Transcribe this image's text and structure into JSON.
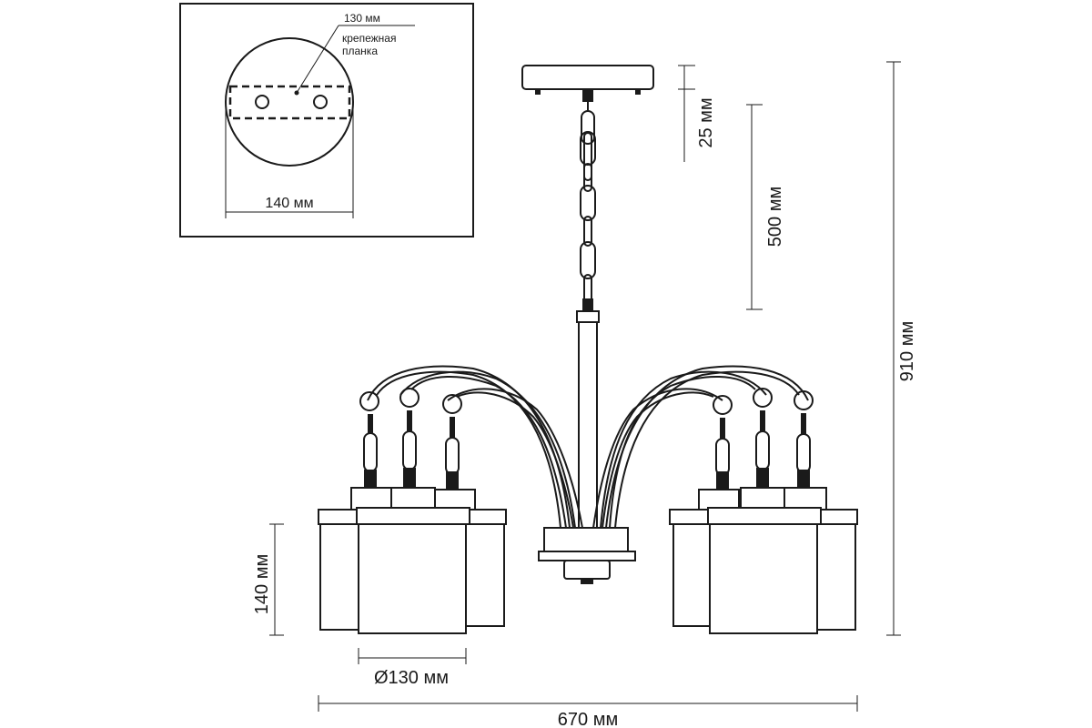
{
  "inset": {
    "bracket_label": "130 мм",
    "bracket_caption_line1": "крепежная",
    "bracket_caption_line2": "планка",
    "plate_width_label": "140 мм"
  },
  "dimensions": {
    "canopy_height": "25 мм",
    "chain_length": "500 мм",
    "total_height": "910 мм",
    "shade_height": "140 мм",
    "shade_diameter": "Ø130 мм",
    "total_width": "670 мм"
  }
}
